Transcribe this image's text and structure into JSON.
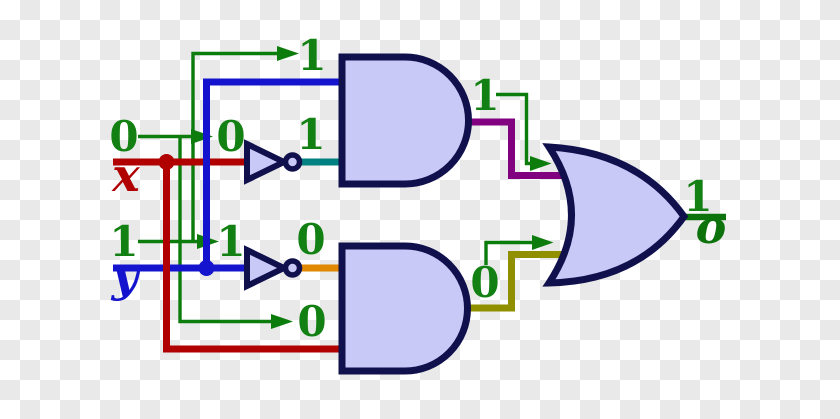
{
  "labels": {
    "x_value": "0",
    "x_name": "x",
    "y_value": "1",
    "y_name": "y",
    "not1_input": "0",
    "not1_output": "1",
    "not2_input": "1",
    "not2_output": "0",
    "and1_input_annotation": "1",
    "and2_input_annotation": "0",
    "and1_output": "1",
    "and2_output": "0",
    "output_value": "1",
    "output_name": "o"
  },
  "colors": {
    "x_wire": "#b00000",
    "y_wire": "#1414cf",
    "not1_out_wire": "#008080",
    "not2_out_wire": "#e08800",
    "and1_out_wire": "#800080",
    "and2_out_wire": "#8f8f00",
    "output_wire": "#0c720c",
    "annotation_green": "#0c7c0c",
    "digit_green": "#128012",
    "gate_fill": "#c9c9f7",
    "gate_stroke": "#10104d",
    "checker_gray": "#e9e9e9"
  }
}
